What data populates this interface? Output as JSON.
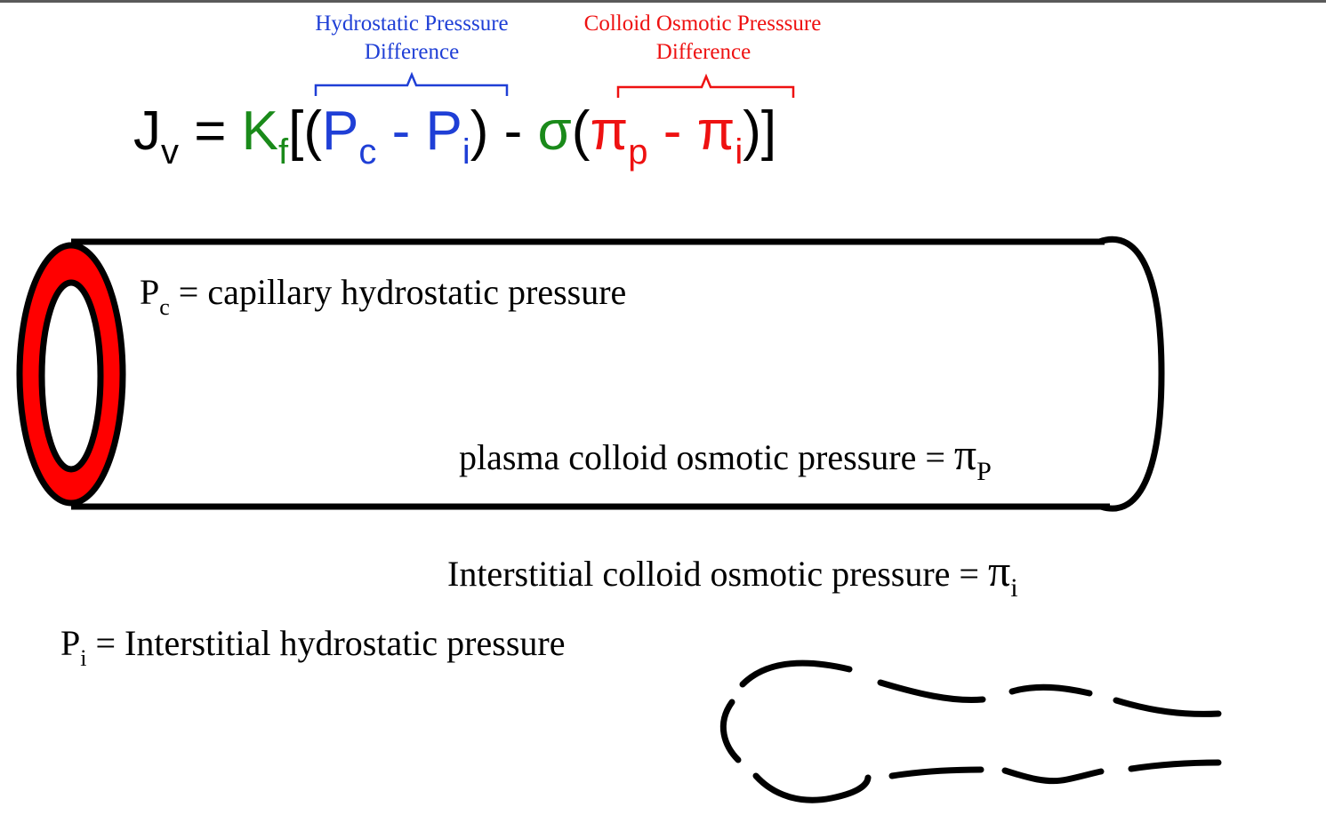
{
  "annotations": {
    "hydrostatic_line1": "Hydrostatic Presssure",
    "hydrostatic_line2": "Difference",
    "oncotic_line1": "Colloid Osmotic  Presssure",
    "oncotic_line2": "Difference"
  },
  "equation": {
    "jv": "J",
    "jv_sub": "v",
    "equals": " = ",
    "kf": "K",
    "kf_sub": "f",
    "open_brackets": "[(",
    "pc": "P",
    "pc_sub": "c",
    "minus1": " - ",
    "pi_h": "P",
    "pi_h_sub": "i",
    "close_paren1": ")",
    "minus2": " - ",
    "sigma": "σ",
    "open_paren2": "(",
    "pip": "π",
    "pip_sub": "p",
    "minus3": " - ",
    "pii": "π",
    "pii_sub": "i",
    "close_brackets": ")]"
  },
  "labels": {
    "pc_symbol": "P",
    "pc_sub": "c",
    "pc_text": " = capillary hydrostatic  pressure",
    "plasma_text": "plasma  colloid osmotic  pressure  = ",
    "plasma_symbol": "π",
    "plasma_sub": "P",
    "interstitial_osm_text": "Interstitial colloid osmotic  pressure  = ",
    "interstitial_osm_symbol": "π",
    "interstitial_osm_sub": "i",
    "pi_symbol": "P",
    "pi_sub": "i",
    "pi_text": " = Interstitial hydrostatic  pressure"
  },
  "colors": {
    "blue": "#1f3fd6",
    "red": "#ee1111",
    "green": "#1a8a1a",
    "black": "#000000",
    "wall_red": "#ff0000"
  }
}
